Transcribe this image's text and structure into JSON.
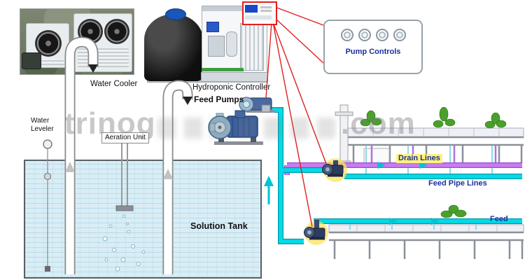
{
  "diagram": {
    "labels": {
      "water_cooler": "Water Cooler",
      "hydroponic_controller": "Hydroponic Controller",
      "feed_pumps": "Feed Pumps",
      "water_leveler": "Water Leveler",
      "aeration_unit": "Aeration Unit",
      "solution_tank": "Solution Tank",
      "drain_lines": "Drain Lines",
      "feed_pipe_lines": "Feed Pipe Lines",
      "feed": "Feed",
      "pump_controls": "Pump Controls"
    },
    "watermark": {
      "left": "trinog",
      "right": ".com"
    },
    "colors": {
      "feed_cyan": "#00dce8",
      "drain_purple": "#c77df0",
      "control_red": "#e02020",
      "label_navy": "#1a2f9e",
      "highlight_yellow": "#fff27a",
      "water_blue": "#d9edf5"
    }
  }
}
